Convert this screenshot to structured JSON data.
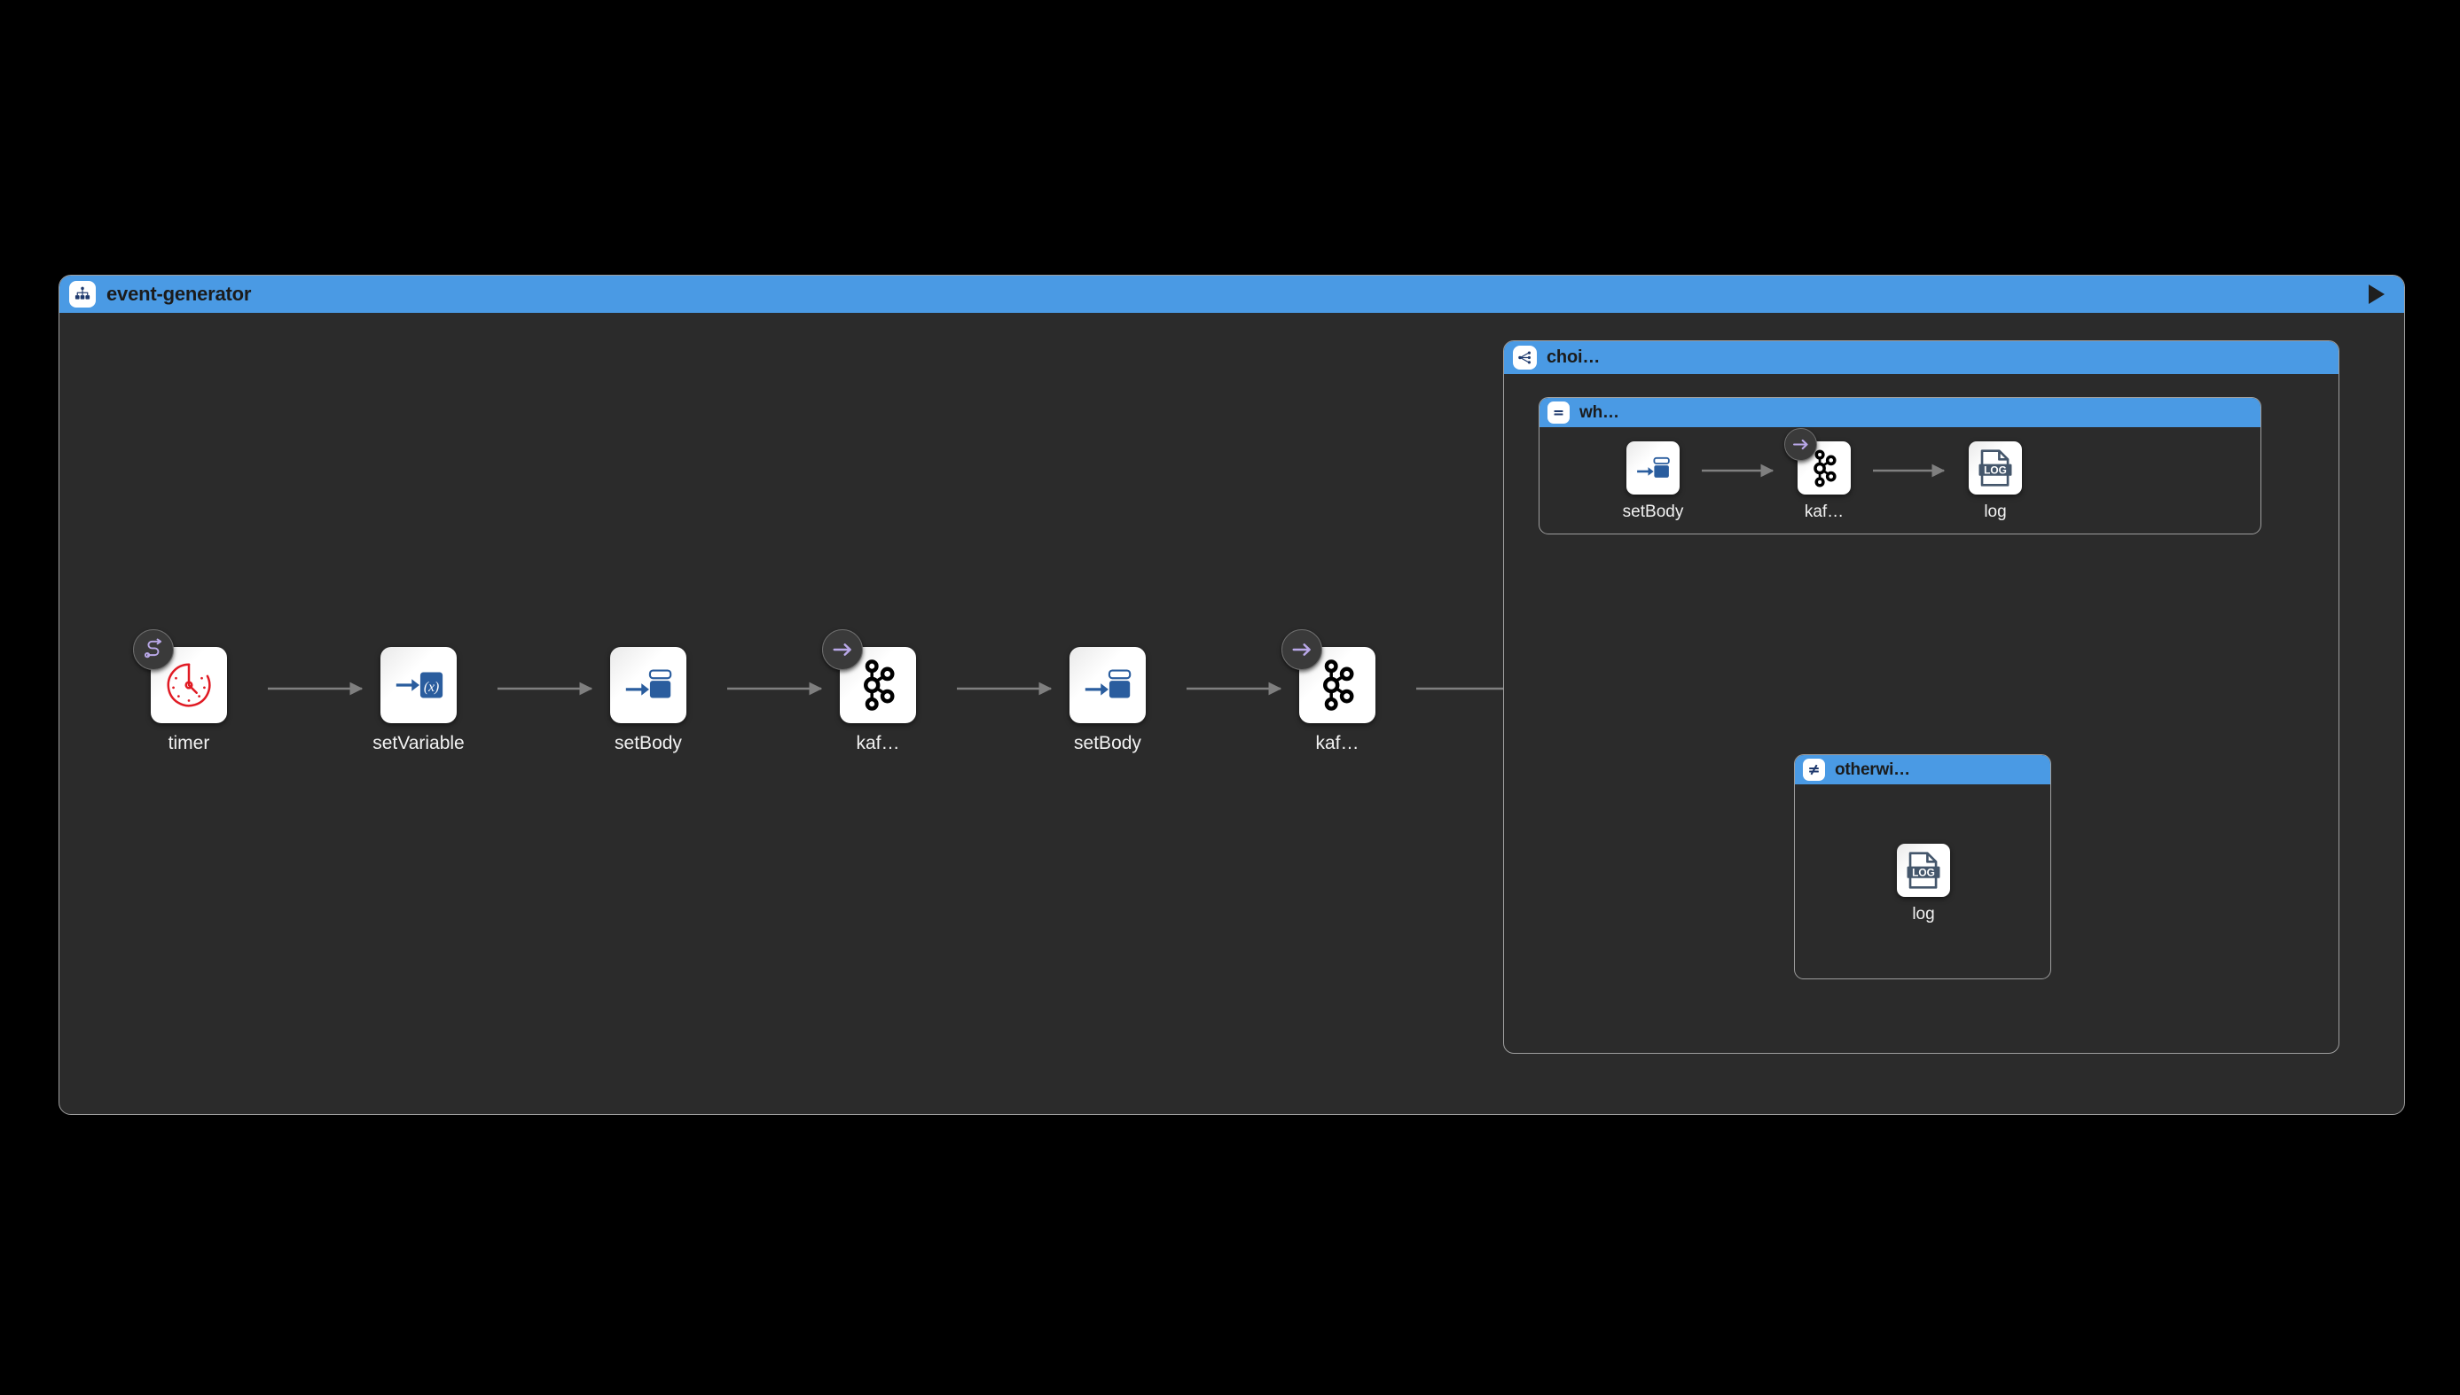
{
  "theme": {
    "page_background": "#000000",
    "container_background": "#2b2b2b",
    "container_border": "#9e9e9e",
    "header_blue": "#4a9ae4",
    "header_text": "#1b1b1b",
    "node_background": "#ffffff",
    "node_label_color": "#f2f2f2",
    "connector_color": "#8a8a8a",
    "badge_accent": "#b9a8e8",
    "kafka_icon_color": "#000000",
    "timer_icon_color": "#e01b24",
    "setbody_icon_color": "#2a5d9e",
    "log_icon_color": "#44566b"
  },
  "route": {
    "title": "event-generator",
    "icon": "sitemap-icon",
    "play_button_label": "▶",
    "play_button_name": "run-route-button"
  },
  "main_flow": {
    "nodes": [
      {
        "id": "timer",
        "label": "timer",
        "icon": "timer-icon",
        "badge": "route-path-badge-icon"
      },
      {
        "id": "setVariable",
        "label": "setVariable",
        "icon": "set-variable-icon",
        "badge": null
      },
      {
        "id": "setBody1",
        "label": "setBody",
        "icon": "set-body-icon",
        "badge": null
      },
      {
        "id": "kafka1",
        "label": "kaf…",
        "icon": "kafka-icon",
        "badge": "arrow-right-badge-icon"
      },
      {
        "id": "setBody2",
        "label": "setBody",
        "icon": "set-body-icon",
        "badge": null
      },
      {
        "id": "kafka2",
        "label": "kaf…",
        "icon": "kafka-icon",
        "badge": "arrow-right-badge-icon"
      }
    ],
    "connector_count": 6
  },
  "choice": {
    "title": "choi…",
    "icon": "choice-branch-icon",
    "branches": [
      {
        "id": "when",
        "title": "wh…",
        "icon": "equals-icon",
        "nodes": [
          {
            "id": "setBody3",
            "label": "setBody",
            "icon": "set-body-icon",
            "badge": null
          },
          {
            "id": "kafka3",
            "label": "kaf…",
            "icon": "kafka-icon",
            "badge": "arrow-right-badge-icon"
          },
          {
            "id": "log1",
            "label": "log",
            "icon": "log-icon",
            "badge": null
          }
        ],
        "connector_count": 2
      },
      {
        "id": "otherwise",
        "title": "otherwi…",
        "icon": "not-equals-icon",
        "nodes": [
          {
            "id": "log2",
            "label": "log",
            "icon": "log-icon",
            "badge": null
          }
        ],
        "connector_count": 0
      }
    ]
  }
}
